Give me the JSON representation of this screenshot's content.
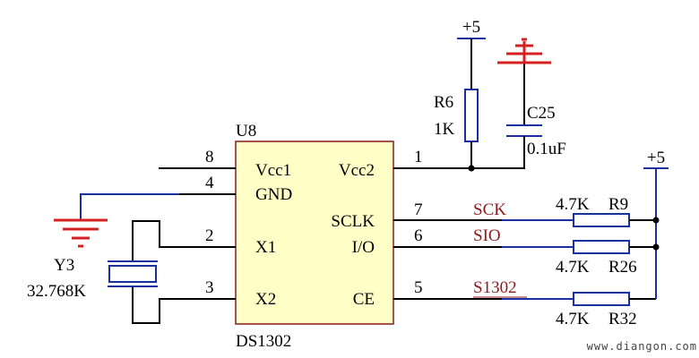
{
  "ic": {
    "ref": "U8",
    "part": "DS1302",
    "pins": {
      "vcc1": {
        "name": "Vcc1",
        "num": "8"
      },
      "gnd": {
        "name": "GND",
        "num": "4"
      },
      "x1": {
        "name": "X1",
        "num": "2"
      },
      "x2": {
        "name": "X2",
        "num": "3"
      },
      "vcc2": {
        "name": "Vcc2",
        "num": "1"
      },
      "sclk": {
        "name": "SCLK",
        "num": "7"
      },
      "io": {
        "name": "I/O",
        "num": "6"
      },
      "ce": {
        "name": "CE",
        "num": "5"
      }
    }
  },
  "power": {
    "top": "+5",
    "right": "+5"
  },
  "r6": {
    "ref": "R6",
    "value": "1K"
  },
  "c25": {
    "ref": "C25",
    "value": "0.1uF"
  },
  "crystal": {
    "ref": "Y3",
    "value": "32.768K"
  },
  "nets": {
    "sck": "SCK",
    "sio": "SIO",
    "ce": "S1302"
  },
  "r9": {
    "ref": "R9",
    "value": "4.7K"
  },
  "r26": {
    "ref": "R26",
    "value": "4.7K"
  },
  "r32": {
    "ref": "R32",
    "value": "4.7K"
  },
  "watermark": "www.diangon.com",
  "colors": {
    "chip_fill": "#ffffc8",
    "chip_border": "#8b1a1a",
    "component": "#1a2fa0",
    "ground": "#d42020",
    "net_label": "#8b1a1a"
  }
}
